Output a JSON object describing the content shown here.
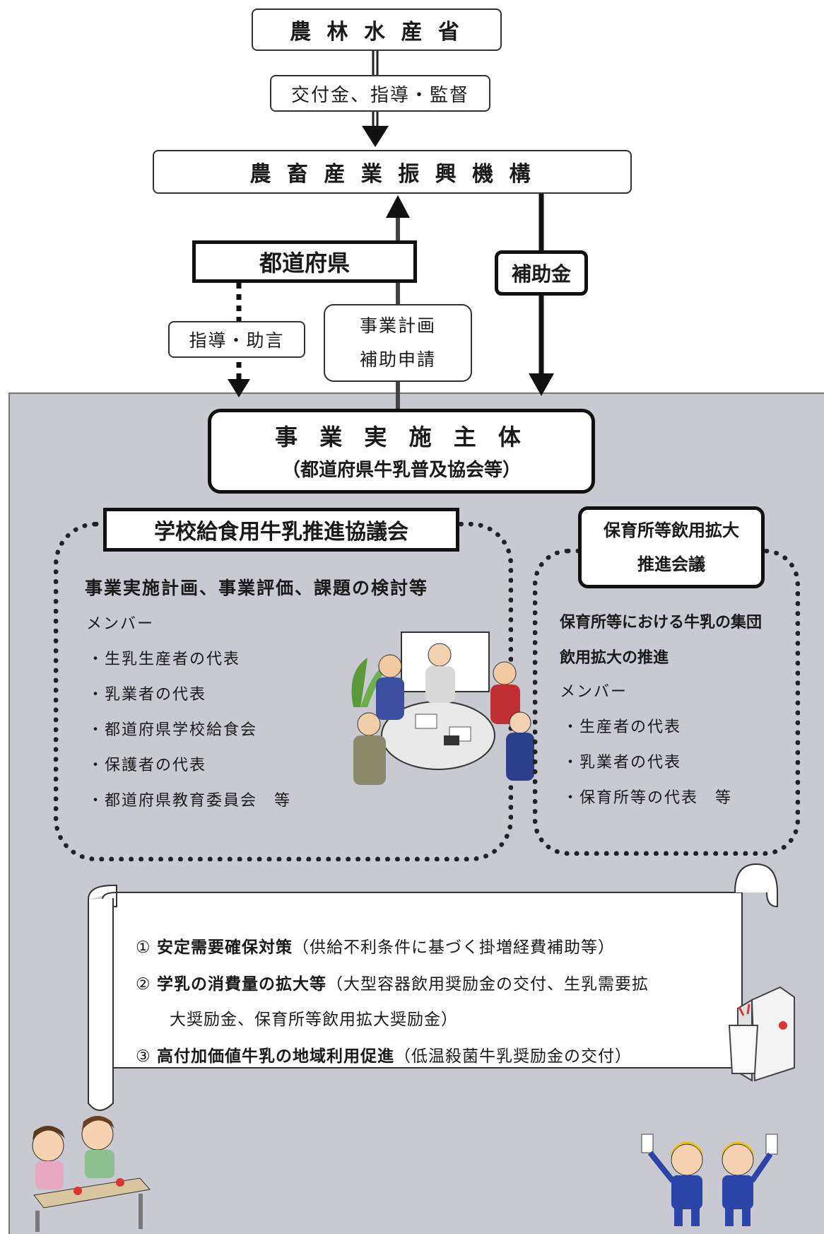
{
  "top": {
    "ministry": "農 林 水 産 省",
    "flow_label_1": "交付金、指導・監督",
    "agency": "農 畜 産 業 振 興 機 構",
    "prefecture": "都道府県",
    "subsidy": "補助金",
    "guidance": "指導・助言",
    "plan_line1": "事業計画",
    "plan_line2": "補助申請"
  },
  "implementer": {
    "title": "事 業 実 施 主 体",
    "subtitle": "（都道府県牛乳普及協会等）"
  },
  "council": {
    "title": "学校給食用牛乳推進協議会",
    "purpose": "事業実施計画、事業評価、課題の検討等",
    "members_label": "メンバー",
    "members": [
      "・生乳生産者の代表",
      "・乳業者の代表",
      "・都道府県学校給食会",
      "・保護者の代表",
      "・都道府県教育委員会　等"
    ]
  },
  "nursery": {
    "title_line1": "保育所等飲用拡大",
    "title_line2": "推進会議",
    "purpose_line1": "保育所等における牛乳の集団",
    "purpose_line2": "飲用拡大の推進",
    "members_label": "メンバー",
    "members": [
      "・生産者の代表",
      "・乳業者の代表",
      "・保育所等の代表　等"
    ]
  },
  "scroll": {
    "item1_num": "①",
    "item1_bold": "安定需要確保対策",
    "item1_rest": "（供給不利条件に基づく掛増経費補助等）",
    "item2_num": "②",
    "item2_bold": "学乳の消費量の拡大等",
    "item2_rest": "（大型容器飲用奨励金の交付、生乳需要拡",
    "item2_cont": "大奨励金、保育所等飲用拡大奨励金）",
    "item3_num": "③",
    "item3_bold": "高付加価値牛乳の地域利用促進",
    "item3_rest": "（低温殺菌牛乳奨励金の交付）"
  },
  "illustrations": [
    "meeting-people-illustration",
    "milk-carton-glass-illustration",
    "children-eating-illustration",
    "kindergarten-children-illustration"
  ]
}
